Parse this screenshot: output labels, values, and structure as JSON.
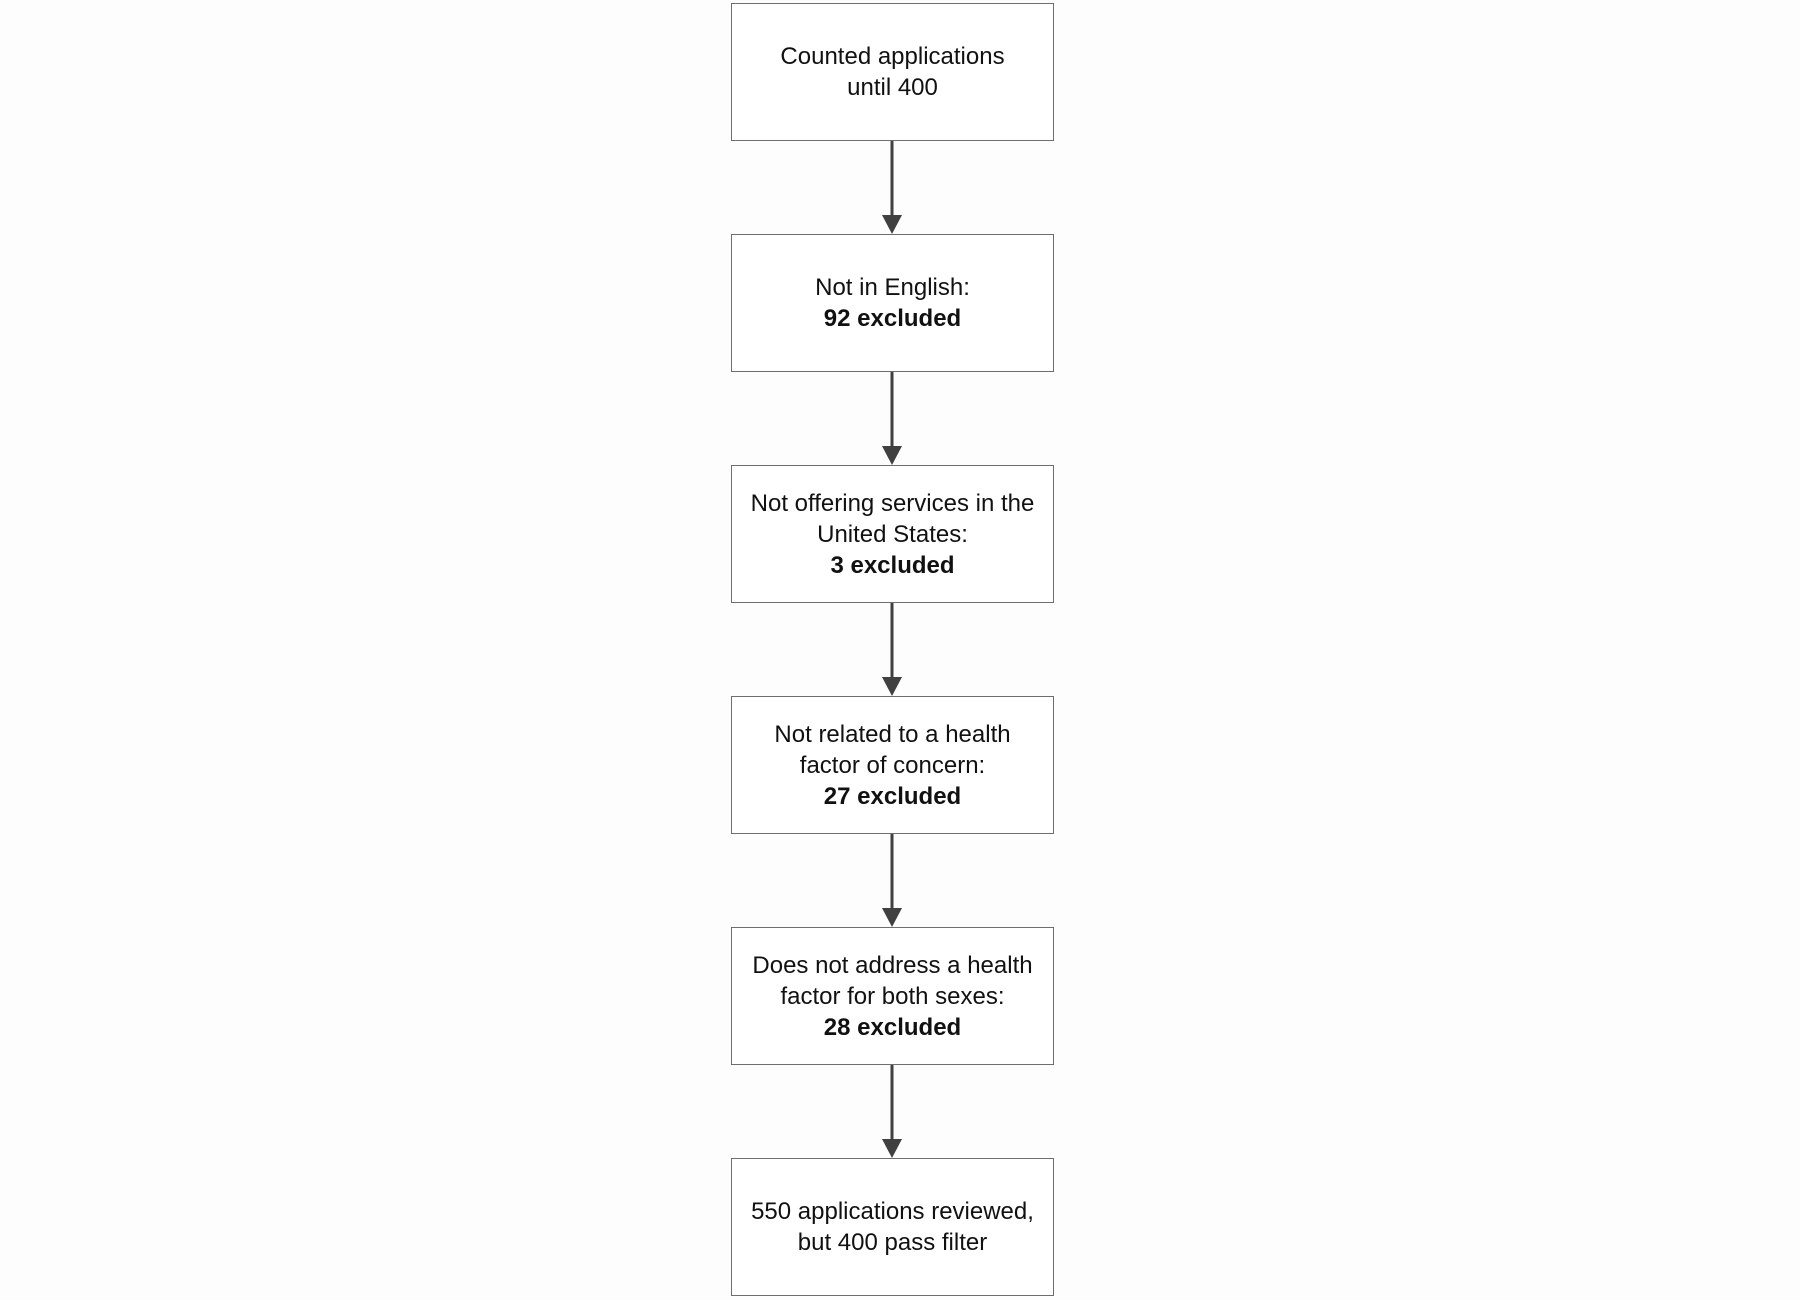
{
  "flowchart": {
    "steps": [
      {
        "lines": [
          "Counted applications",
          "until 400"
        ],
        "bold": ""
      },
      {
        "lines": [
          "Not in English:"
        ],
        "bold": "92 excluded"
      },
      {
        "lines": [
          "Not offering services in the",
          "United States:"
        ],
        "bold": "3 excluded"
      },
      {
        "lines": [
          "Not related to a health",
          "factor of concern:"
        ],
        "bold": "27 excluded"
      },
      {
        "lines": [
          "Does not address a health",
          "factor for both sexes:"
        ],
        "bold": "28 excluded"
      },
      {
        "lines": [
          "550 applications reviewed,",
          "but 400 pass filter"
        ],
        "bold": ""
      }
    ],
    "line_color": "#404040",
    "box_border_color": "#6e6e6e"
  }
}
